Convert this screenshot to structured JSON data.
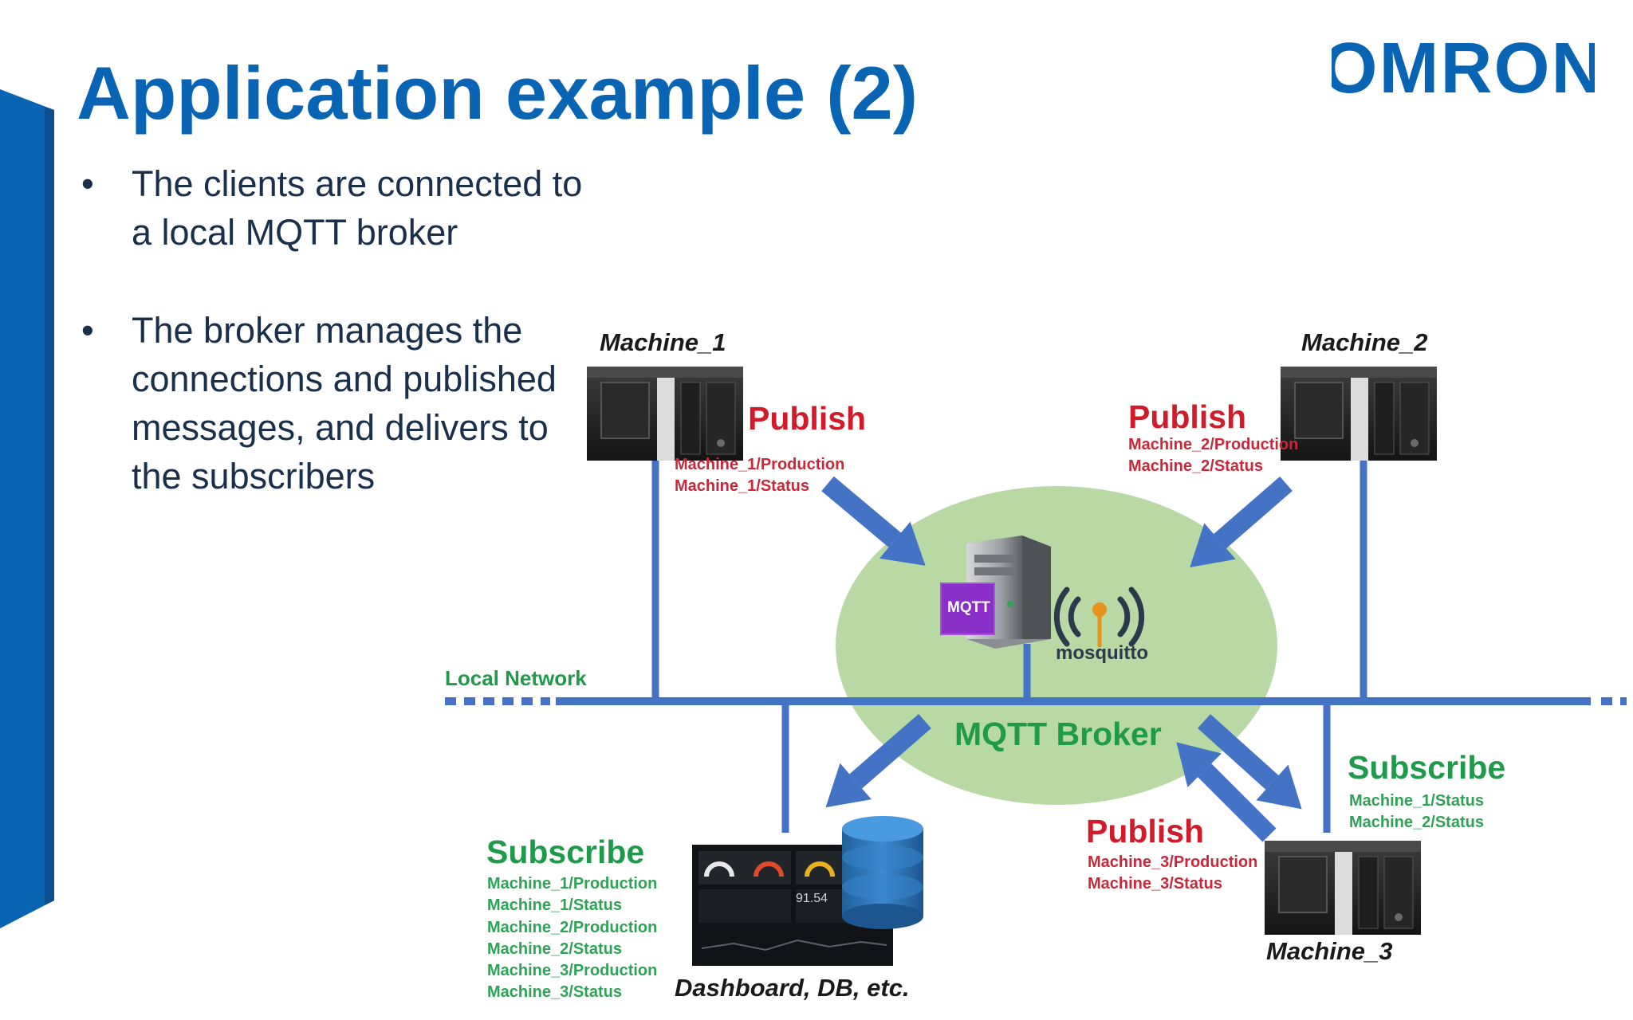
{
  "slide": {
    "title": "Application example (2)",
    "logo_text": "OMRON",
    "bullets": [
      "The clients are connected to a local MQTT broker",
      "The broker manages the connections and published messages, and delivers to the subscribers"
    ]
  },
  "diagram": {
    "machines": [
      {
        "name": "Machine_1"
      },
      {
        "name": "Machine_2"
      },
      {
        "name": "Machine_3"
      }
    ],
    "publish_label": "Publish",
    "subscribe_label": "Subscribe",
    "publish_groups": [
      {
        "topics": [
          "Machine_1/Production",
          "Machine_1/Status"
        ]
      },
      {
        "topics": [
          "Machine_2/Production",
          "Machine_2/Status"
        ]
      },
      {
        "topics": [
          "Machine_3/Production",
          "Machine_3/Status"
        ]
      }
    ],
    "subscribe_groups": [
      {
        "topics": [
          "Machine_1/Status",
          "Machine_2/Status"
        ]
      },
      {
        "topics": [
          "Machine_1/Production",
          "Machine_1/Status",
          "Machine_2/Production",
          "Machine_2/Status",
          "Machine_3/Production",
          "Machine_3/Status"
        ]
      }
    ],
    "broker_label": "MQTT Broker",
    "network_label": "Local Network",
    "mqtt_badge": "MQTT",
    "mosquitto_label": "mosquitto",
    "dashboard_label": "Dashboard, DB, etc.",
    "dashboard_value": "91.54"
  },
  "colors": {
    "title_blue": "#0a64b4",
    "network_blue": "#4472c4",
    "broker_green": "#b8d9a4",
    "publish_red": "#d01c2a",
    "subscribe_green": "#1f9a4a"
  }
}
